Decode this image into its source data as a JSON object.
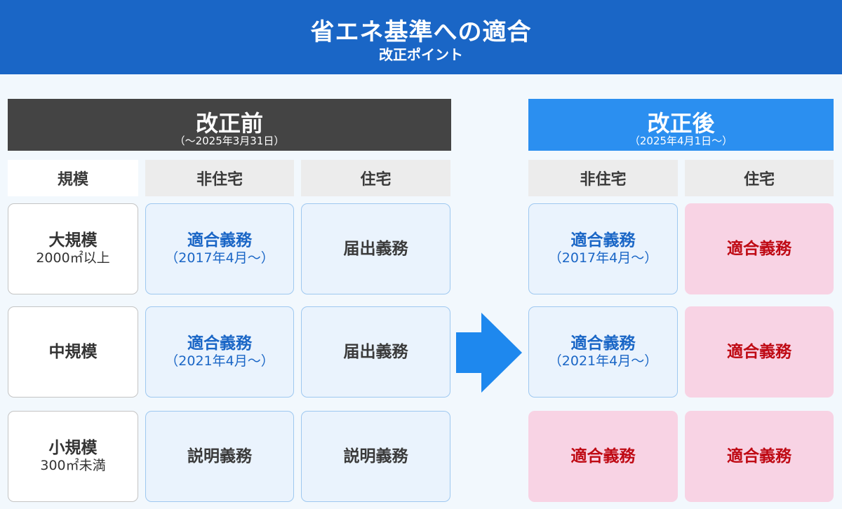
{
  "header": {
    "title": "省エネ基準への適合",
    "subtitle": "改正ポイント"
  },
  "before": {
    "title": "改正前",
    "period": "（〜2025年3月31日）"
  },
  "after": {
    "title": "改正後",
    "period": "（2025年4月1日〜）"
  },
  "columns": {
    "scale": "規模",
    "non_residential": "非住宅",
    "residential": "住宅"
  },
  "rows": [
    {
      "scale": "大規模",
      "scale_note": "2000㎡以上",
      "before_nonres": {
        "label": "適合義務",
        "note": "（2017年4月〜）",
        "style": "blue"
      },
      "before_res": {
        "label": "届出義務",
        "note": "",
        "style": "gray"
      },
      "after_nonres": {
        "label": "適合義務",
        "note": "（2017年4月〜）",
        "style": "blue"
      },
      "after_res": {
        "label": "適合義務",
        "note": "",
        "style": "pink"
      }
    },
    {
      "scale": "中規模",
      "scale_note": "",
      "before_nonres": {
        "label": "適合義務",
        "note": "（2021年4月〜）",
        "style": "blue"
      },
      "before_res": {
        "label": "届出義務",
        "note": "",
        "style": "gray"
      },
      "after_nonres": {
        "label": "適合義務",
        "note": "（2021年4月〜）",
        "style": "blue"
      },
      "after_res": {
        "label": "適合義務",
        "note": "",
        "style": "pink"
      }
    },
    {
      "scale": "小規模",
      "scale_note": "300㎡未満",
      "before_nonres": {
        "label": "説明義務",
        "note": "",
        "style": "gray"
      },
      "before_res": {
        "label": "説明義務",
        "note": "",
        "style": "gray"
      },
      "after_nonres": {
        "label": "適合義務",
        "note": "",
        "style": "pink"
      },
      "after_res": {
        "label": "適合義務",
        "note": "",
        "style": "pink"
      }
    }
  ],
  "colors": {
    "header": "#1a66c6",
    "before_banner": "#444444",
    "after_banner": "#2b8ff0",
    "required_text": "#1a66c6",
    "new_required_text": "#bf0a14",
    "new_required_bg": "#f8d3e4",
    "arrow": "#1e88ee"
  },
  "icons": {
    "transition": "arrow-right-icon"
  }
}
